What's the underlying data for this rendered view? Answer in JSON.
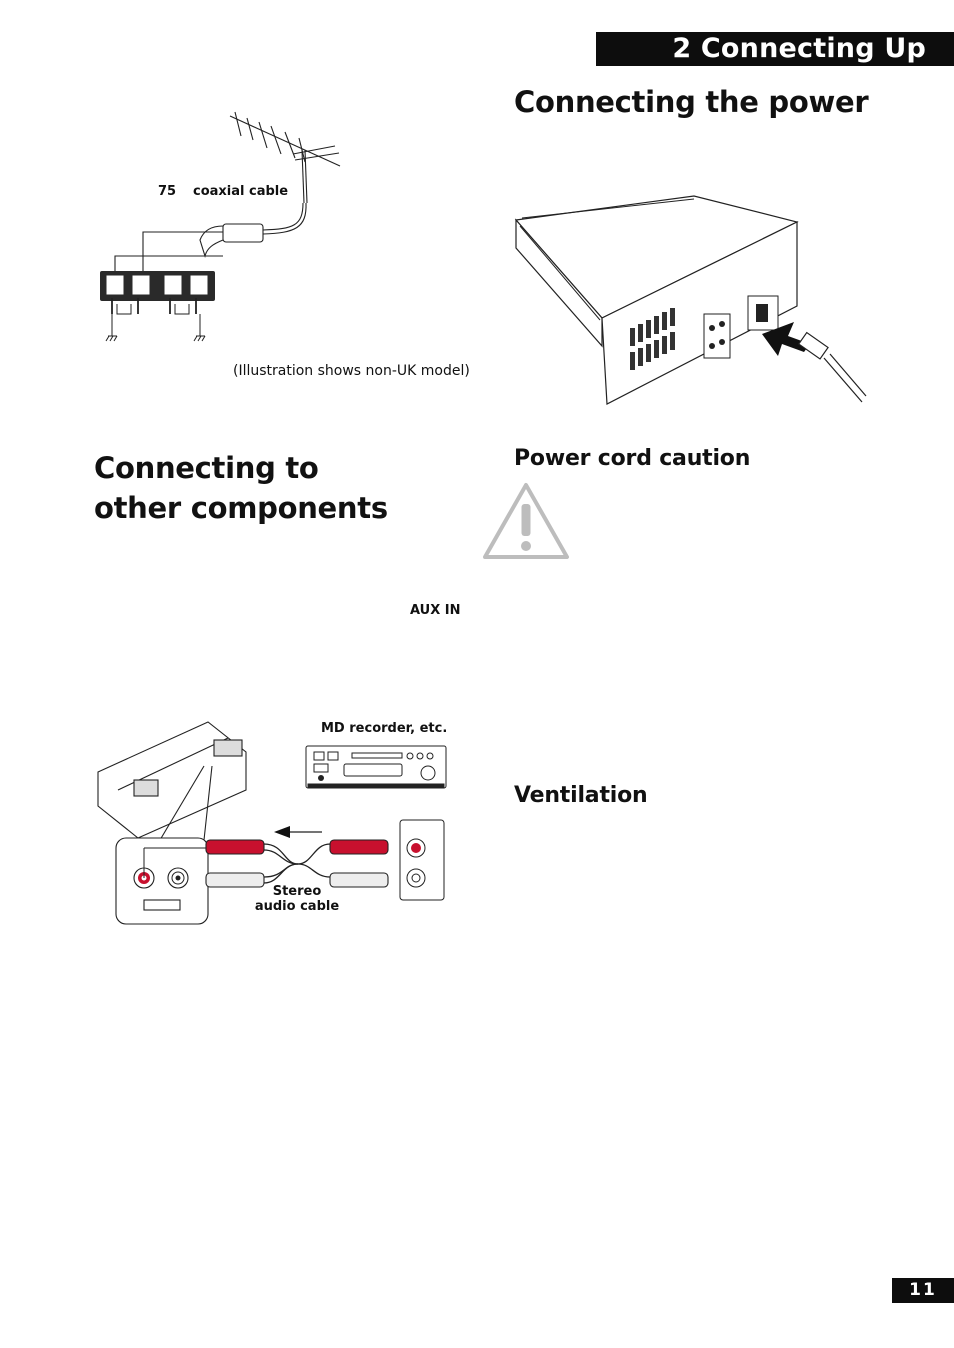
{
  "header": {
    "chapter_title": "2 Connecting Up"
  },
  "antenna_figure": {
    "impedance_label": "75",
    "cable_label": "coaxial cable",
    "caption": "(Illustration shows non-UK model)"
  },
  "sections": {
    "connecting_power": "Connecting the power",
    "connecting_components": "Connecting to other components",
    "power_cord_caution": "Power cord caution",
    "ventilation": "Ventilation"
  },
  "aux_figure": {
    "aux_in_label": "AUX IN",
    "recorder_label": "MD recorder, etc.",
    "cable_label_line1": "Stereo",
    "cable_label_line2": "audio cable"
  },
  "footer": {
    "page_number": "11"
  },
  "colors": {
    "accent_red": "#c8102e",
    "bar": "#0d0d0d"
  }
}
